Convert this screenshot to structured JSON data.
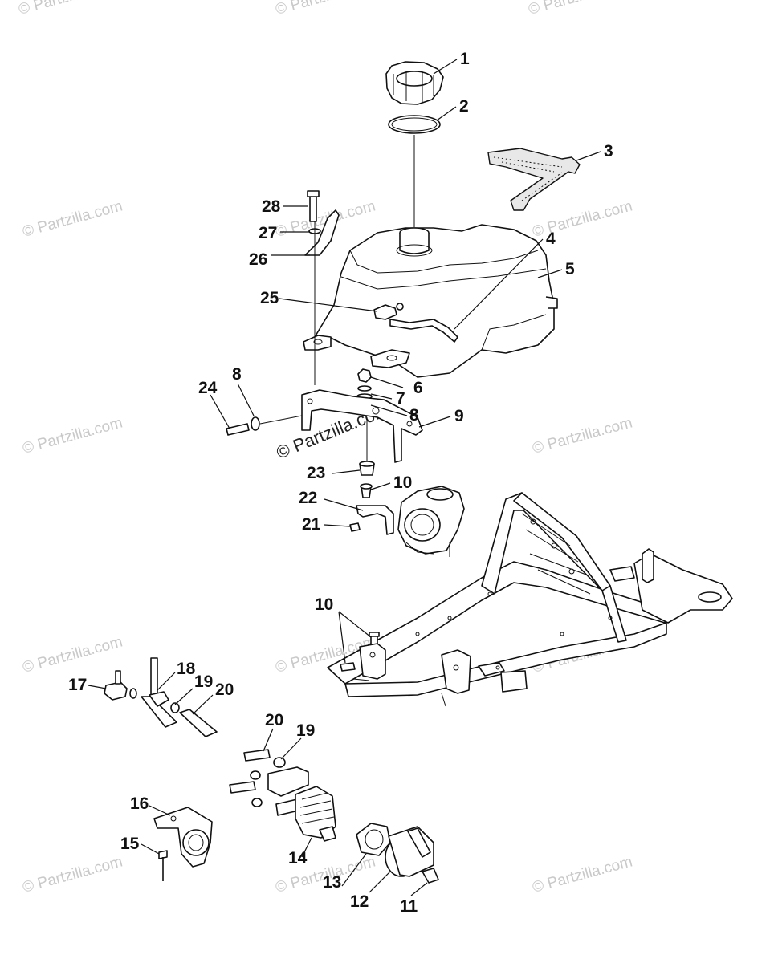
{
  "watermark": "© Partzilla.com",
  "callouts": [
    {
      "id": "1",
      "text": "1"
    },
    {
      "id": "2",
      "text": "2"
    },
    {
      "id": "3",
      "text": "3"
    },
    {
      "id": "4",
      "text": "4"
    },
    {
      "id": "5",
      "text": "5"
    },
    {
      "id": "6",
      "text": "6"
    },
    {
      "id": "7",
      "text": "7"
    },
    {
      "id": "8a",
      "text": "8"
    },
    {
      "id": "8b",
      "text": "8"
    },
    {
      "id": "9",
      "text": "9"
    },
    {
      "id": "10a",
      "text": "10"
    },
    {
      "id": "10b",
      "text": "10"
    },
    {
      "id": "11",
      "text": "11"
    },
    {
      "id": "12",
      "text": "12"
    },
    {
      "id": "13",
      "text": "13"
    },
    {
      "id": "14",
      "text": "14"
    },
    {
      "id": "15",
      "text": "15"
    },
    {
      "id": "16",
      "text": "16"
    },
    {
      "id": "17",
      "text": "17"
    },
    {
      "id": "18",
      "text": "18"
    },
    {
      "id": "19a",
      "text": "19"
    },
    {
      "id": "19b",
      "text": "19"
    },
    {
      "id": "20a",
      "text": "20"
    },
    {
      "id": "20b",
      "text": "20"
    },
    {
      "id": "21",
      "text": "21"
    },
    {
      "id": "22",
      "text": "22"
    },
    {
      "id": "23",
      "text": "23"
    },
    {
      "id": "24",
      "text": "24"
    },
    {
      "id": "25",
      "text": "25"
    },
    {
      "id": "26",
      "text": "26"
    },
    {
      "id": "27",
      "text": "27"
    },
    {
      "id": "28",
      "text": "28"
    }
  ]
}
